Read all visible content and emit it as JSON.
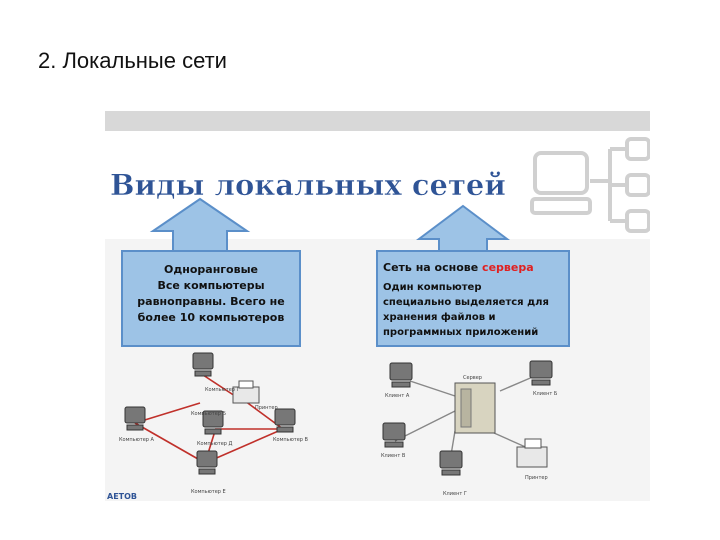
{
  "slide": {
    "title": "2. Локальные сети"
  },
  "figure": {
    "heading": "Виды локальных сетей",
    "left_box": {
      "lines": [
        "Одноранговые",
        "Все компьютеры",
        "равноправны. Всего не",
        "более 10 компьютеров"
      ]
    },
    "right_box": {
      "title_prefix": "Сеть на основе ",
      "title_highlight": "сервера",
      "lines": [
        "Один компьютер",
        "специально выделяется для",
        "хранения файлов и",
        "программных приложений"
      ]
    },
    "left_network_labels": [
      "Компьютер Г",
      "Принтер",
      "Компьютер Б",
      "Компьютер В",
      "Компьютер Д",
      "Компьютер А",
      "Компьютер Е"
    ],
    "right_network_labels": [
      "Клиент А",
      "Сервер",
      "Клиент Б",
      "Клиент В",
      "Клиент Г",
      "Принтер"
    ],
    "watermark": "АЕТОВ",
    "colors": {
      "heading": "#2f5496",
      "box_fill": "#9dc3e6",
      "box_border": "#5b8fc9",
      "highlight": "#e02020",
      "link_red": "#c0302a"
    }
  }
}
